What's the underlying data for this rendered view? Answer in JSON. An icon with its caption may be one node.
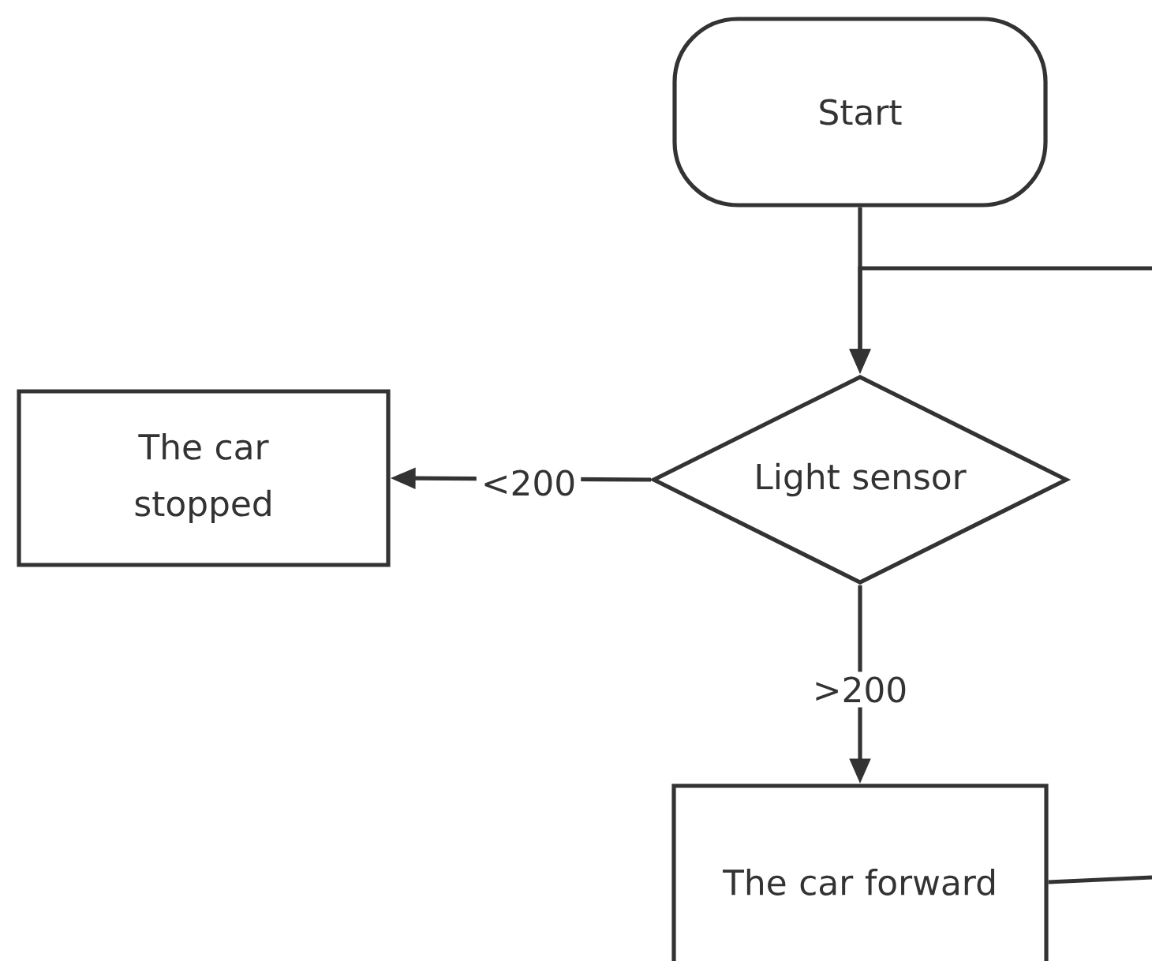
{
  "diagram": {
    "nodes": [
      {
        "text": [
          "Start"
        ]
      },
      {
        "text": [
          "Light sensor"
        ]
      },
      {
        "text": [
          "The car stopped"
        ]
      },
      {
        "text": [
          "The car forward"
        ]
      }
    ],
    "edges": [
      {
        "from": 0,
        "to": 1,
        "arrow": "to"
      },
      {
        "from": 1,
        "to": 2,
        "arrow": "to",
        "label": "<200"
      },
      {
        "from": 1,
        "to": 3,
        "arrow": "to",
        "label": ">200"
      },
      {
        "from": 3,
        "to": null,
        "arrow": "none"
      },
      {
        "from": null,
        "to": 1,
        "arrow": "to"
      }
    ]
  }
}
